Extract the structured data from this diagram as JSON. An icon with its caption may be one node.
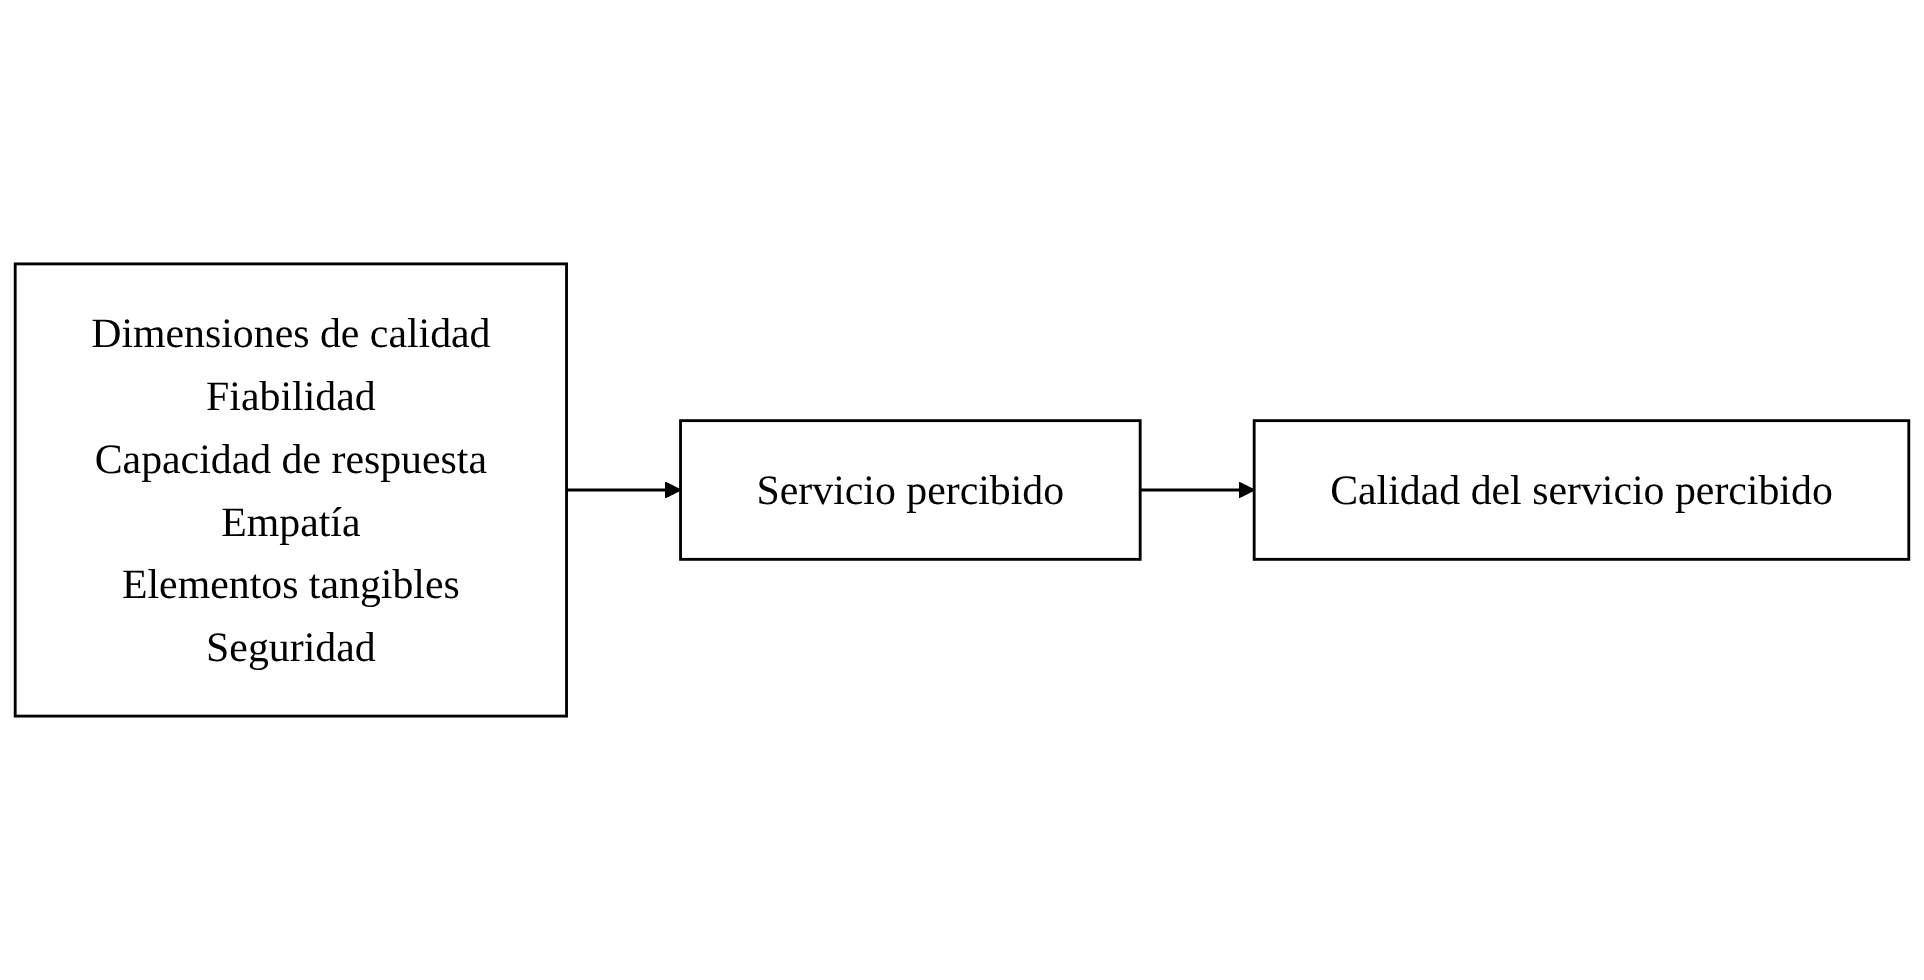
{
  "diagram": {
    "nodes": [
      {
        "text": [
          "Dimensiones de calidad",
          "Fiabilidad",
          "Capacidad de respuesta",
          "Empatía",
          "Elementos tangibles",
          "Seguridad"
        ]
      },
      {
        "text": [
          "Servicio percibido"
        ]
      },
      {
        "text": [
          "Calidad del servicio percibido"
        ]
      }
    ],
    "edges": [
      {
        "from": 0,
        "to": 1,
        "arrow": "to"
      },
      {
        "from": 1,
        "to": 2,
        "arrow": "to"
      }
    ]
  }
}
